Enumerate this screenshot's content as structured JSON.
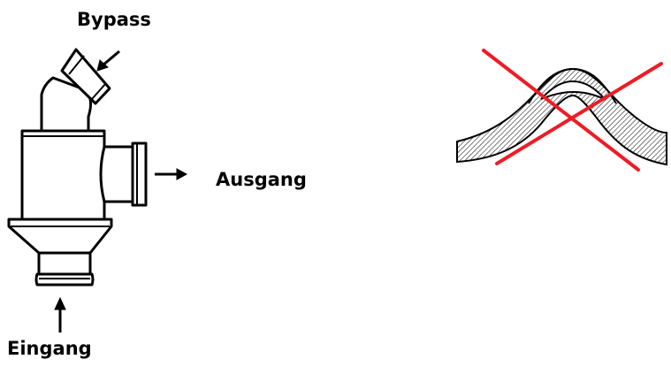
{
  "labels": {
    "bypass": "Bypass",
    "ausgang": "Ausgang",
    "eingang": "Eingang"
  },
  "colors": {
    "line": "#000000",
    "cross": "#ee1c25",
    "background": "#ffffff"
  }
}
